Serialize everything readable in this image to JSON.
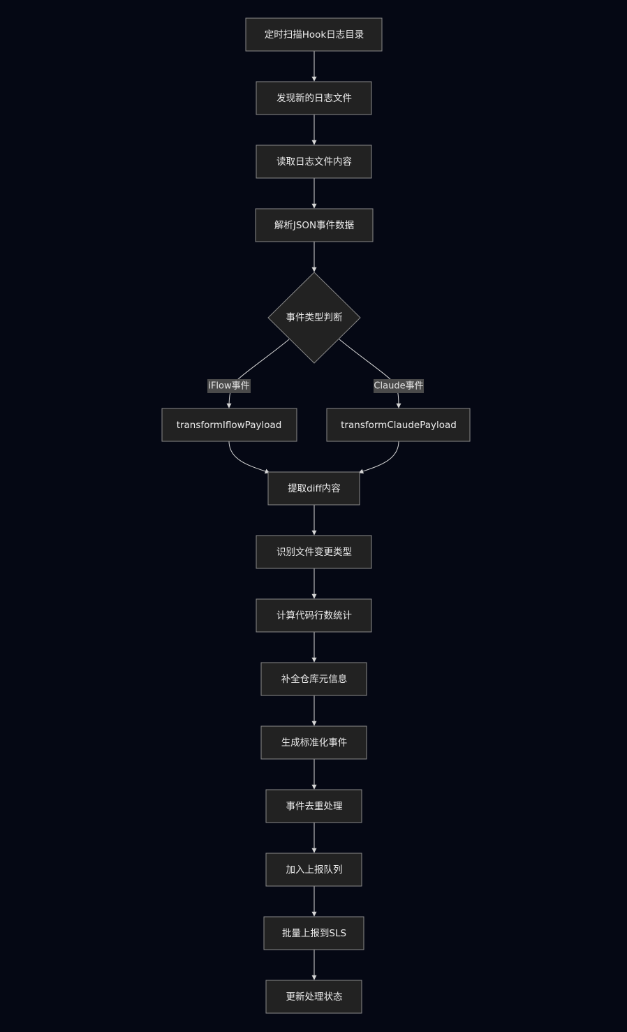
{
  "nodes": {
    "scan": "定时扫描Hook日志目录",
    "discover": "发现新的日志文件",
    "read": "读取日志文件内容",
    "parse": "解析JSON事件数据",
    "judge": "事件类型判断",
    "iflow_payload": "transformIflowPayload",
    "claude_payload": "transformClaudePayload",
    "extract_diff": "提取diff内容",
    "identify_change": "识别文件变更类型",
    "count_lines": "计算代码行数统计",
    "repo_meta": "补全仓库元信息",
    "normalize": "生成标准化事件",
    "dedup": "事件去重处理",
    "queue": "加入上报队列",
    "batch_report": "批量上报到SLS",
    "update_state": "更新处理状态"
  },
  "edge_labels": {
    "iflow": "iFlow事件",
    "claude": "Claude事件"
  },
  "colors": {
    "background": "#050814",
    "node_fill": "#222222",
    "node_border": "#8a8a8a",
    "edge": "#d6d6d6",
    "label_bg": "#4a4a4a",
    "text": "#ececec"
  }
}
